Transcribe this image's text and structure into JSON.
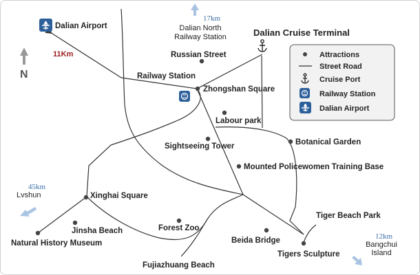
{
  "labels": {
    "dalian_airport": "Dalian Airport",
    "dalian_north_station": [
      "Dalian North",
      "Railway Station"
    ],
    "cruise_terminal": "Dalian Cruise Terminal",
    "russian_street": "Russian Street",
    "railway_station": "Railway Station",
    "zhongshan_square": "Zhongshan Square",
    "labour_park": "Labour park",
    "botanical_garden": "Botanical Garden",
    "sightseeing_tower": "Sightseeing Tower",
    "mounted_policewomen": "Mounted Policewomen Training Base",
    "xinghai_square": "Xinghai Square",
    "jinsha_beach": "Jinsha Beach",
    "forest_zoo": "Forest Zoo",
    "natural_history_museum": "Natural History Museum",
    "fujiazhuang_beach": "Fujiazhuang Beach",
    "beida_bridge": "Beida Bridge",
    "tiger_beach_park": "Tiger Beach Park",
    "tigers_sculpture": "Tigers Sculpture",
    "lvshun": "Lvshun",
    "bangchui_island": [
      "Bangchui",
      "Island"
    ]
  },
  "distances": {
    "north_station": "17km",
    "airport": "11Km",
    "lvshun": "45km",
    "bangchui": "12km"
  },
  "compass": {
    "label": "N"
  },
  "legend": {
    "items": [
      {
        "icon": "dot-icon",
        "label": "Attractions"
      },
      {
        "icon": "street-road-icon",
        "label": "Street Road"
      },
      {
        "icon": "anchor-icon",
        "label": "Cruise Port"
      },
      {
        "icon": "railway-station-icon",
        "label": "Railway Station"
      },
      {
        "icon": "airplane-icon",
        "label": "Dalian Airport"
      }
    ]
  },
  "colors": {
    "road": "#333333",
    "icon_blue": "#2d5f9a",
    "arrow": "#a9c4e2",
    "distance_text": "#3a6ea8",
    "airport_distance_text": "#9b1b1b"
  }
}
